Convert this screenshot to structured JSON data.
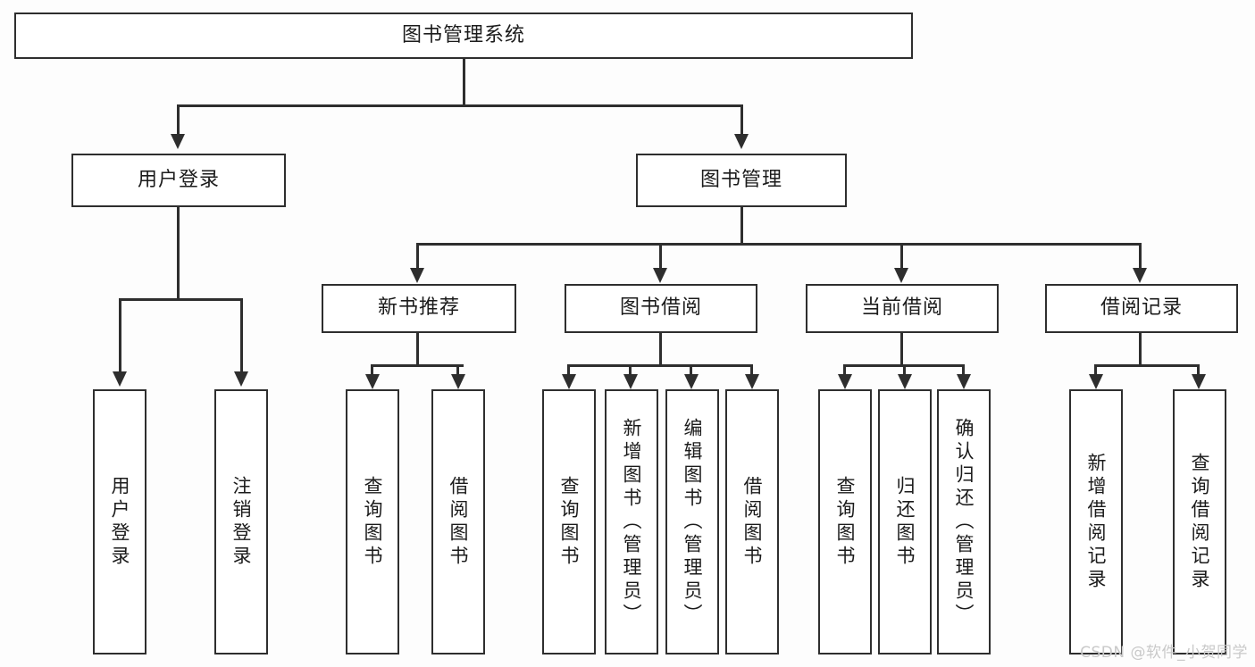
{
  "diagram": {
    "type": "tree",
    "title": "图书管理系统",
    "watermark": "CSDN @软件_小贺同学",
    "colors": {
      "stroke": "#2e2e2e",
      "fill": "#ffffff",
      "text": "#1b1b1b",
      "background": "#fdfdfd",
      "watermark": "#c9c9c9"
    },
    "root": {
      "label": "图书管理系统"
    },
    "level2": [
      {
        "label": "用户登录"
      },
      {
        "label": "图书管理"
      }
    ],
    "level3": [
      {
        "label": "新书推荐"
      },
      {
        "label": "图书借阅"
      },
      {
        "label": "当前借阅"
      },
      {
        "label": "借阅记录"
      }
    ],
    "leaves": {
      "user_login": [
        {
          "label": "用户登录"
        },
        {
          "label": "注销登录"
        }
      ],
      "new_book_recommend": [
        {
          "label": "查询图书"
        },
        {
          "label": "借阅图书"
        }
      ],
      "book_borrow": [
        {
          "label": "查询图书"
        },
        {
          "label": "新增图书（管理员）"
        },
        {
          "label": "编辑图书（管理员）"
        },
        {
          "label": "借阅图书"
        }
      ],
      "current_borrow": [
        {
          "label": "查询图书"
        },
        {
          "label": "归还图书"
        },
        {
          "label": "确认归还（管理员）"
        }
      ],
      "borrow_record": [
        {
          "label": "新增借阅记录"
        },
        {
          "label": "查询借阅记录"
        }
      ]
    }
  }
}
